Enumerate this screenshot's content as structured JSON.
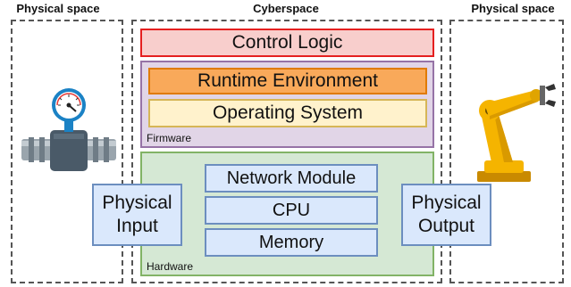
{
  "sections": {
    "left_title": "Physical space",
    "center_title": "Cyberspace",
    "right_title": "Physical space"
  },
  "layers": {
    "control_logic": "Control Logic",
    "firmware": {
      "label": "Firmware",
      "runtime": "Runtime Environment",
      "os": "Operating System"
    },
    "hardware": {
      "label": "Hardware",
      "network": "Network Module",
      "cpu": "CPU",
      "memory": "Memory"
    }
  },
  "io": {
    "input_line1": "Physical",
    "input_line2": "Input",
    "output_line1": "Physical",
    "output_line2": "Output"
  },
  "icons": {
    "left": "pressure-gauge-pipe-icon",
    "right": "industrial-robot-arm-icon"
  },
  "colors": {
    "control_fill": "#f8cecc",
    "control_border": "#e51f1f",
    "firmware_fill": "#e1d5e7",
    "firmware_border": "#9673a6",
    "runtime_fill": "#f9a95a",
    "runtime_border": "#e07b00",
    "os_fill": "#fff2cc",
    "os_border": "#d6b656",
    "hardware_fill": "#d5e8d4",
    "hardware_border": "#82b366",
    "blue_fill": "#dae8fc",
    "blue_border": "#6c8ebf"
  }
}
